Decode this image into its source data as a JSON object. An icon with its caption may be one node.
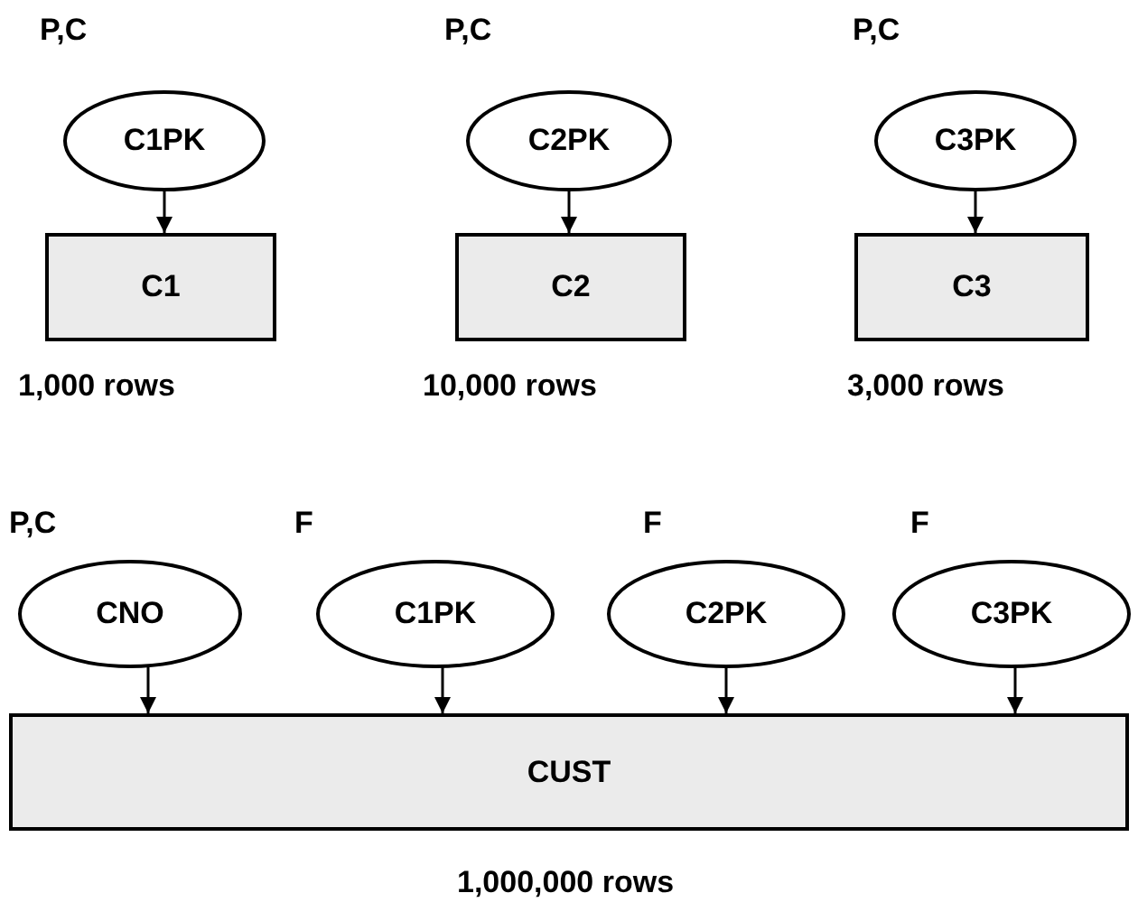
{
  "diagram": {
    "nodes": [
      {
        "text": [
          "P,C",
          "C1PK"
        ]
      },
      {
        "text": [
          "P,C",
          "C2PK"
        ]
      },
      {
        "text": [
          "P,C",
          "C3PK"
        ]
      },
      {
        "text": [
          "C1"
        ],
        "beside": [
          "1,000 rows"
        ]
      },
      {
        "text": [
          "C2"
        ],
        "beside": [
          "10,000 rows"
        ]
      },
      {
        "text": [
          "C3"
        ],
        "beside": [
          "3,000 rows"
        ]
      },
      {
        "text": [
          "P,C",
          "CNO"
        ]
      },
      {
        "text": [
          "F",
          "C1PK"
        ]
      },
      {
        "text": [
          "F",
          "C2PK"
        ]
      },
      {
        "text": [
          "F",
          "C3PK"
        ]
      },
      {
        "text": [
          "CUST"
        ],
        "beside": [
          "1,000,000 rows"
        ]
      }
    ],
    "edges": [
      {
        "from": 0,
        "to": 3,
        "arrow": "to"
      },
      {
        "from": 1,
        "to": 4,
        "arrow": "to"
      },
      {
        "from": 2,
        "to": 5,
        "arrow": "to"
      },
      {
        "from": 6,
        "to": 10,
        "arrow": "to"
      },
      {
        "from": 7,
        "to": 10,
        "arrow": "to"
      },
      {
        "from": 8,
        "to": 10,
        "arrow": "to"
      },
      {
        "from": 9,
        "to": 10,
        "arrow": "to"
      }
    ]
  }
}
